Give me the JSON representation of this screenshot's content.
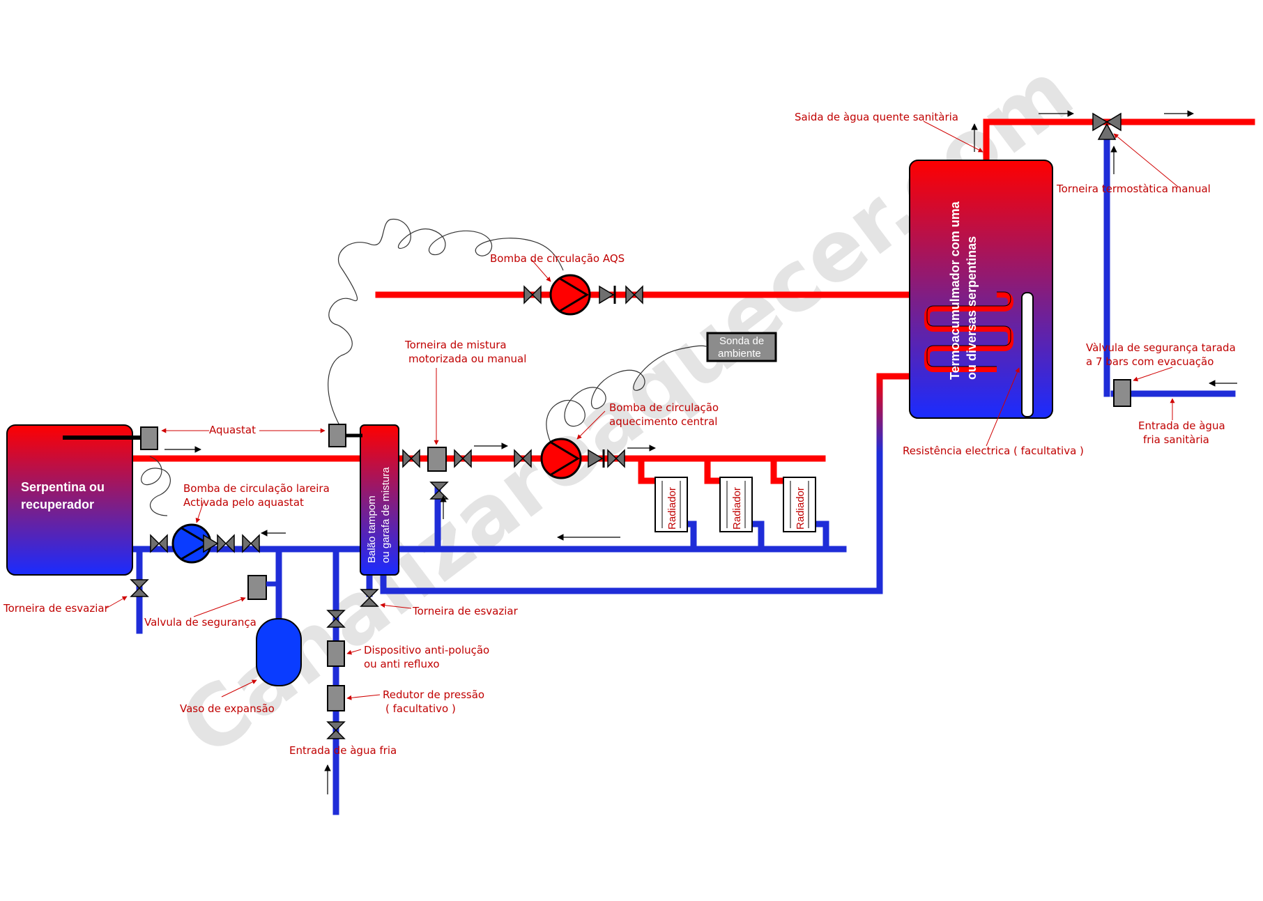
{
  "colors": {
    "hot": "#ff0000",
    "cold": "#1f2dd8",
    "label": "#c00000",
    "device": "#888888"
  },
  "watermark": "Canalizareaquecer.com",
  "boiler": {
    "line1": "Serpentina ou",
    "line2": "recuperador"
  },
  "buffer": {
    "line1": "Balão tampom",
    "line2": "ou garafa de mistura"
  },
  "tank": {
    "line1": "Termoacumulmador com uma",
    "line2": "ou diversas serpentinas"
  },
  "sensor": {
    "line1": "Sonda de",
    "line2": "ambiente"
  },
  "radiators": [
    "Radiador",
    "Radiador",
    "Radiador"
  ],
  "labels": {
    "aquastat": "Aquastat",
    "pump_fire_1": "Bomba de circulação lareira",
    "pump_fire_2": "Activada pelo aquastat",
    "drain_left": "Torneira de esvaziar",
    "safety_valve": "Valvula de segurança",
    "expansion": "Vaso de expansão",
    "pump_aqs": "Bomba de circulação AQS",
    "mix_valve_1": "Torneira de mistura",
    "mix_valve_2": "motorizada ou manual",
    "pump_ch_1": "Bomba de circulação",
    "pump_ch_2": "aquecimento central",
    "drain_buffer": "Torneira de esvaziar",
    "antipollution_1": "Dispositivo anti-polução",
    "antipollution_2": "ou anti refluxo",
    "reducer_1": "Redutor de pressão",
    "reducer_2": "( facultativo )",
    "cold_inlet": "Entrada de àgua fria",
    "hot_outlet": "Saida de àgua quente sanitària",
    "thermo_tap": "Torneira termostàtica manual",
    "tank_safety_1": "Vàlvula de segurança tarada",
    "tank_safety_2": "a 7 bars  com evacuação",
    "cold_sanitary_1": "Entrada de àgua",
    "cold_sanitary_2": "fria sanitària",
    "resistance": "Resistência electrica  ( facultativa )"
  }
}
